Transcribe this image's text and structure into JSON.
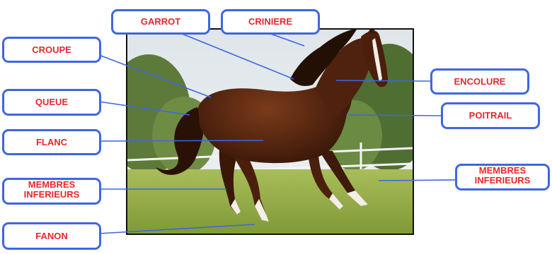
{
  "labels": {
    "garrot": "GARROT",
    "criniere": "CRINIERE",
    "croupe": "CROUPE",
    "queue": "QUEUE",
    "flanc": "FLANC",
    "membres_left": "MEMBRES\nINFERIEURS",
    "fanon": "FANON",
    "encolure": "ENCOLURE",
    "poitrail": "POITRAIL",
    "membres_right": "MEMBRES\nINFERIEURS"
  },
  "colors": {
    "label_text": "#e8272b",
    "label_border": "#3f66e0",
    "leader_line": "#3f66e0",
    "photo_border": "#111111"
  }
}
